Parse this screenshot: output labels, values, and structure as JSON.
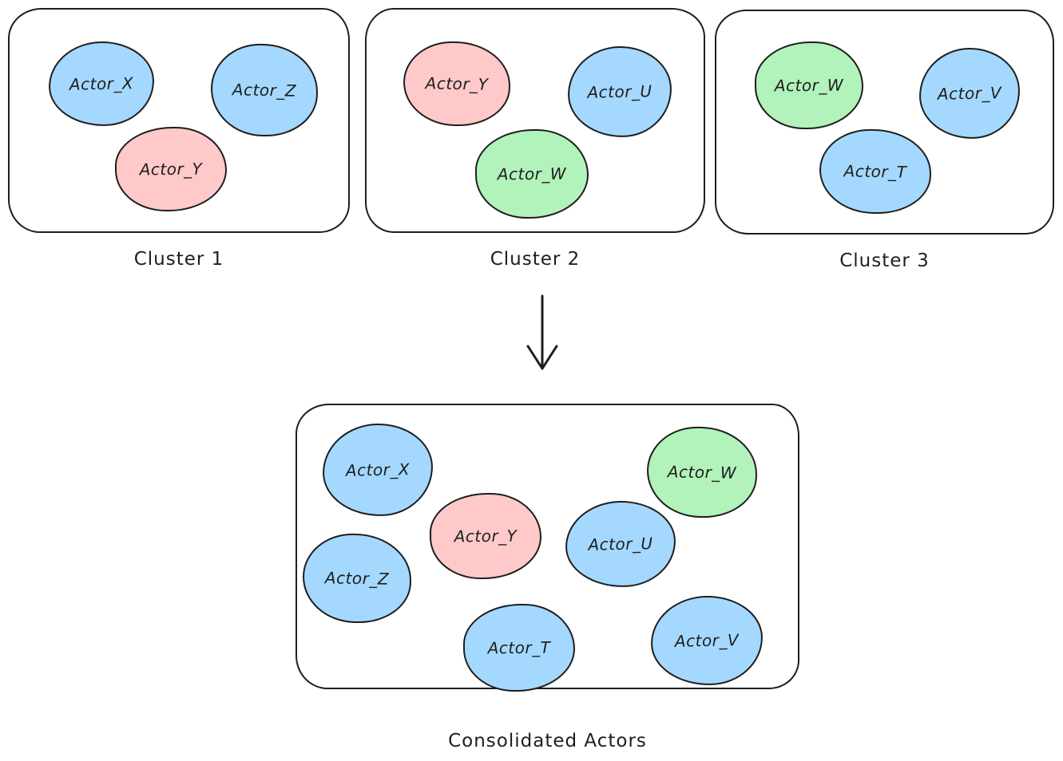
{
  "palette": {
    "blue": "#a5d8ff",
    "pink": "#ffc9c9",
    "green": "#b2f2bb",
    "stroke": "#1e1e1e",
    "background": "#ffffff"
  },
  "clusters": [
    {
      "label": "Cluster 1",
      "actors": [
        {
          "label": "Actor_X",
          "color": "blue"
        },
        {
          "label": "Actor_Z",
          "color": "blue"
        },
        {
          "label": "Actor_Y",
          "color": "pink"
        }
      ]
    },
    {
      "label": "Cluster 2",
      "actors": [
        {
          "label": "Actor_Y",
          "color": "pink"
        },
        {
          "label": "Actor_U",
          "color": "blue"
        },
        {
          "label": "Actor_W",
          "color": "green"
        }
      ]
    },
    {
      "label": "Cluster 3",
      "actors": [
        {
          "label": "Actor_W",
          "color": "green"
        },
        {
          "label": "Actor_V",
          "color": "blue"
        },
        {
          "label": "Actor_T",
          "color": "blue"
        }
      ]
    }
  ],
  "arrow": {
    "icon": "down-arrow",
    "direction": "down"
  },
  "consolidated": {
    "label": "Consolidated Actors",
    "actors": [
      {
        "label": "Actor_X",
        "color": "blue"
      },
      {
        "label": "Actor_W",
        "color": "green"
      },
      {
        "label": "Actor_Y",
        "color": "pink"
      },
      {
        "label": "Actor_U",
        "color": "blue"
      },
      {
        "label": "Actor_Z",
        "color": "blue"
      },
      {
        "label": "Actor_T",
        "color": "blue"
      },
      {
        "label": "Actor_V",
        "color": "blue"
      }
    ]
  }
}
